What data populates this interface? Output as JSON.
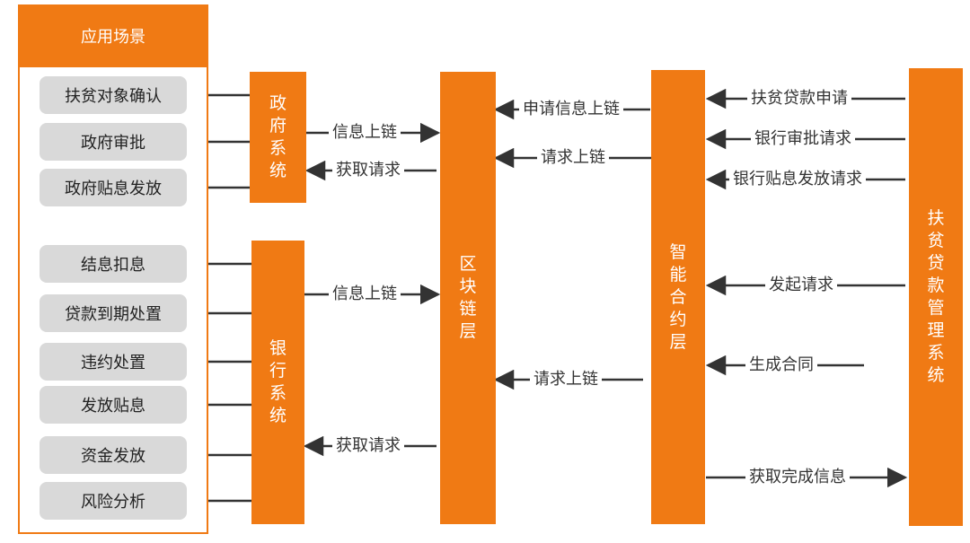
{
  "scenario_panel": {
    "title": "应用场景",
    "items": [
      "扶贫对象确认",
      "政府审批",
      "政府贴息发放",
      "结息扣息",
      "贷款到期处置",
      "违约处置",
      "发放贴息",
      "资金发放",
      "风险分析"
    ]
  },
  "boxes": {
    "government": "政府系统",
    "bank": "银行系统",
    "blockchain": "区块链层",
    "smart_contract": "智能合约层",
    "loan_system": "扶贫贷款管理系统"
  },
  "labels": {
    "gov_info_upload": "信息上链",
    "gov_get_request": "获取请求",
    "bank_info_upload": "信息上链",
    "bank_get_request": "获取请求",
    "apply_info_upload": "申请信息上链",
    "request_upload_1": "请求上链",
    "request_upload_2": "请求上链",
    "loan_apply": "扶贫贷款申请",
    "bank_approval_request": "银行审批请求",
    "bank_subsidy_request": "银行贴息发放请求",
    "initiate_request": "发起请求",
    "generate_contract": "生成合同",
    "get_completion_info": "获取完成信息"
  },
  "colors": {
    "accent": "#f07a14",
    "item_bg": "#d9d9d9",
    "line": "#333333"
  }
}
